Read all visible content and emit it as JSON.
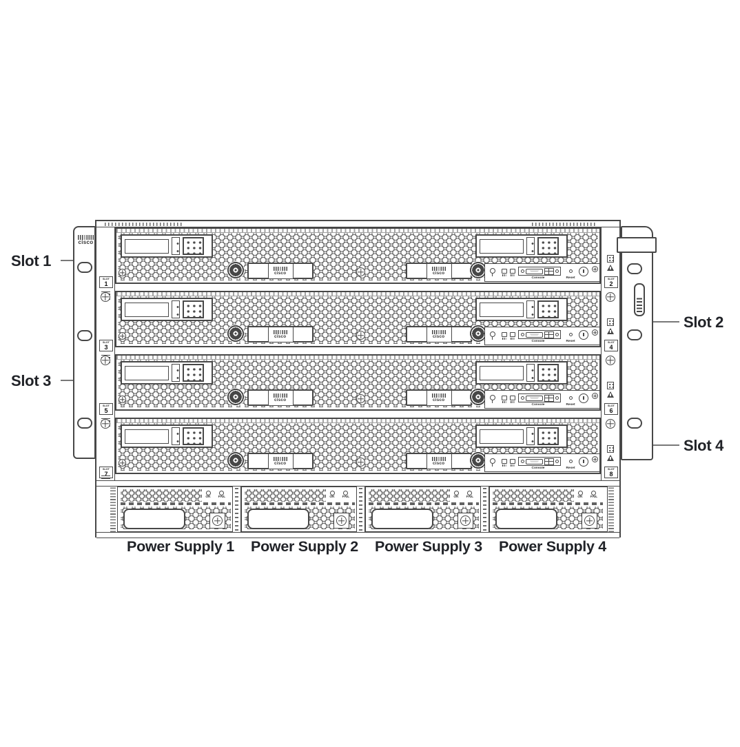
{
  "colors": {
    "line": "#474747",
    "line_light": "#6d6d6d",
    "text": "#212328"
  },
  "logo_text": "cisco",
  "slot_word": "SLOT",
  "callouts": [
    {
      "label": "Slot 1"
    },
    {
      "label": "Slot 2"
    },
    {
      "label": "Slot 3"
    },
    {
      "label": "Slot 4"
    }
  ],
  "rows": [
    {
      "left_num": "1",
      "right_num": "2",
      "console_label": "Console",
      "reset_label": "Reset"
    },
    {
      "left_num": "3",
      "right_num": "4",
      "console_label": "Console",
      "reset_label": "Reset"
    },
    {
      "left_num": "5",
      "right_num": "6",
      "console_label": "Console",
      "reset_label": "Reset"
    },
    {
      "left_num": "7",
      "right_num": "8",
      "console_label": "Console",
      "reset_label": "Reset"
    }
  ],
  "psu": {
    "ok_label": "OK",
    "fail_label": "FAIL",
    "labels": [
      "Power Supply 1",
      "Power Supply 2",
      "Power Supply 3",
      "Power Supply 4"
    ]
  }
}
